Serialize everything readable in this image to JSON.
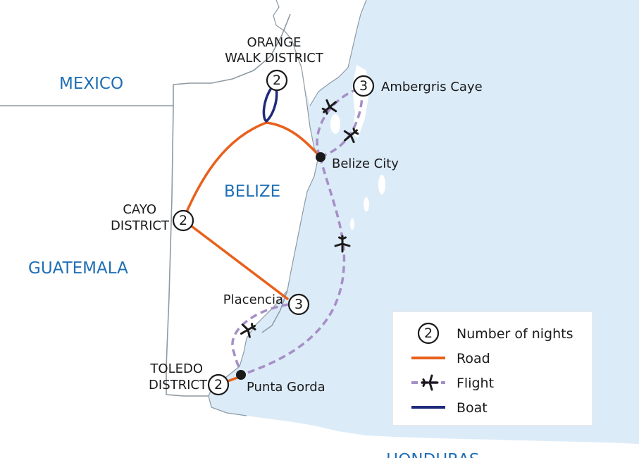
{
  "colors": {
    "sea": "#dcebf8",
    "land": "#ffffff",
    "border": "#8e9aa3",
    "road": "#e8601c",
    "flight": "#a58fc6",
    "boat": "#1f2a7a",
    "country_label": "#1f6fb5",
    "text": "#1a1a1a"
  },
  "countries": [
    {
      "id": "mexico",
      "name": "MEXICO"
    },
    {
      "id": "belize",
      "name": "BELIZE"
    },
    {
      "id": "guatemala",
      "name": "GUATEMALA"
    },
    {
      "id": "honduras",
      "name": "HONDURAS"
    }
  ],
  "stops": [
    {
      "id": "orange-walk",
      "label_lines": [
        "ORANGE",
        "WALK DISTRICT"
      ],
      "nights": "2"
    },
    {
      "id": "ambergris",
      "label_lines": [
        "Ambergris Caye"
      ],
      "nights": "3"
    },
    {
      "id": "belize-city",
      "label_lines": [
        "Belize City"
      ],
      "nights": null
    },
    {
      "id": "cayo",
      "label_lines": [
        "CAYO",
        "DISTRICT"
      ],
      "nights": "2"
    },
    {
      "id": "placencia",
      "label_lines": [
        "Placencia"
      ],
      "nights": "3"
    },
    {
      "id": "toledo",
      "label_lines": [
        "TOLEDO",
        "DISTRICT"
      ],
      "nights": "2"
    },
    {
      "id": "punta-gorda",
      "label_lines": [
        "Punta Gorda"
      ],
      "nights": null
    }
  ],
  "legend": {
    "items": [
      {
        "id": "nights",
        "symbol": "2",
        "label": "Number of nights"
      },
      {
        "id": "road",
        "label": "Road"
      },
      {
        "id": "flight",
        "label": "Flight"
      },
      {
        "id": "boat",
        "label": "Boat"
      }
    ]
  }
}
